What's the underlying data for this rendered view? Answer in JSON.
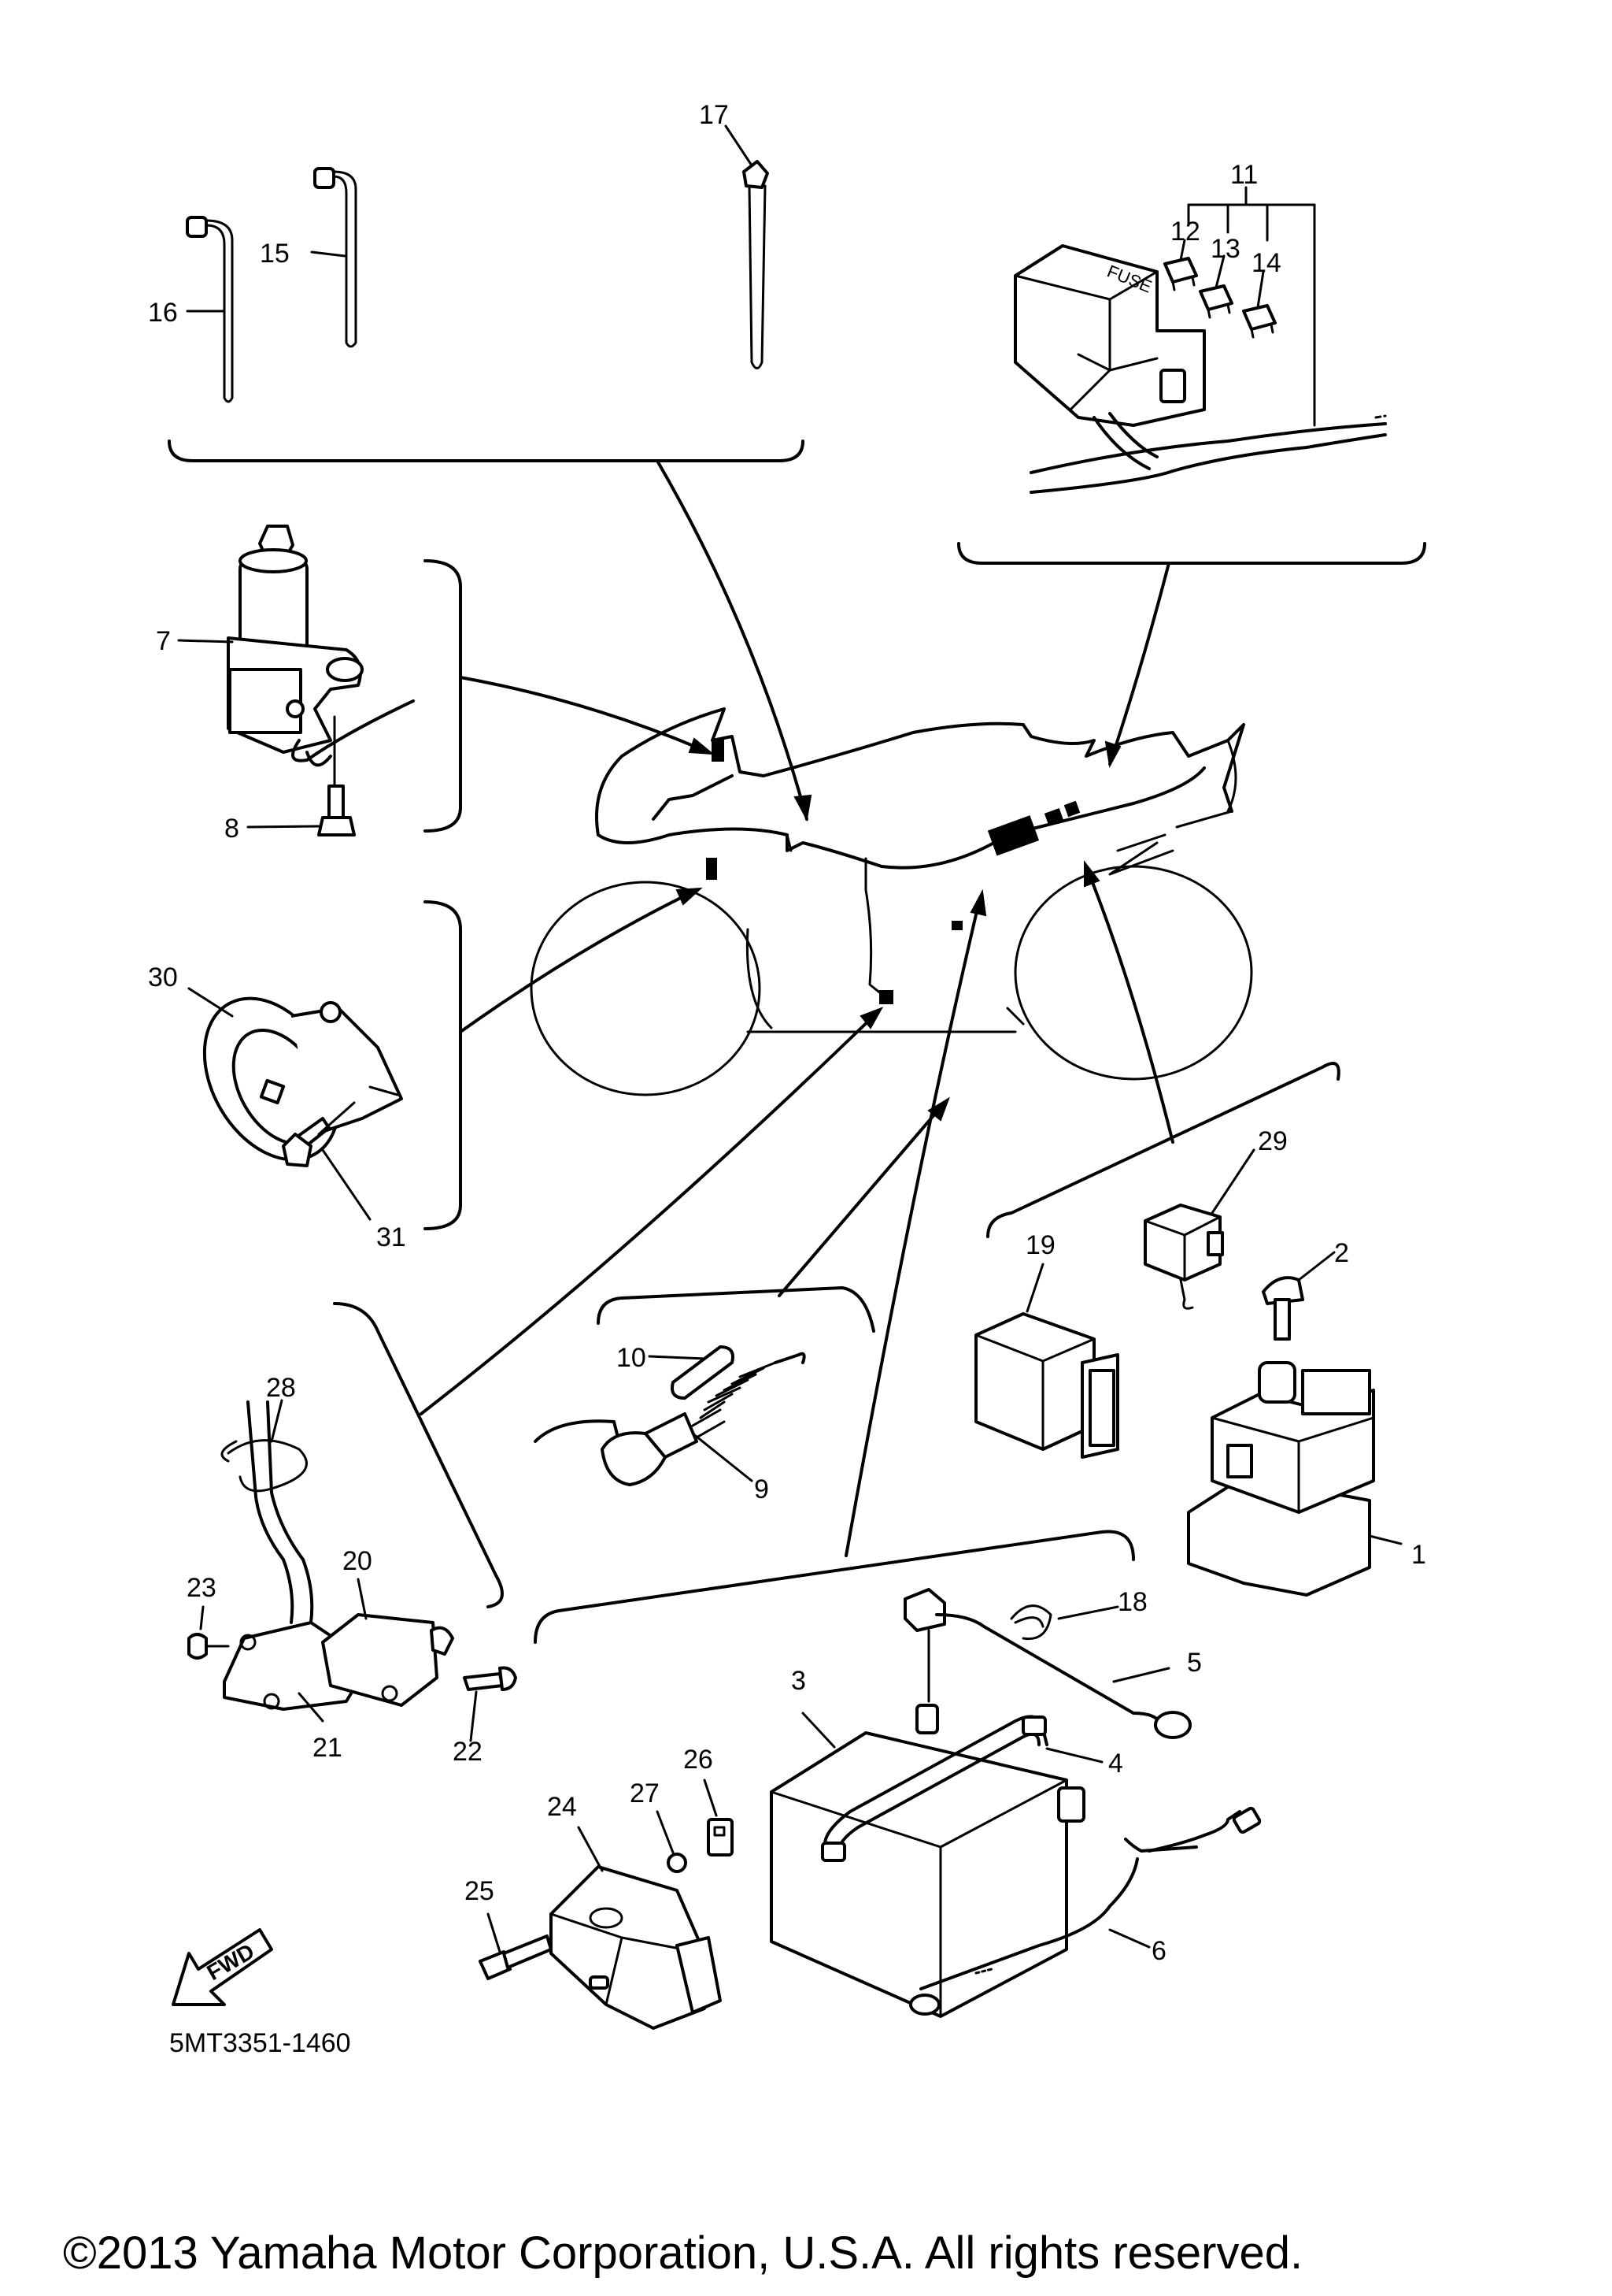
{
  "diagram": {
    "part_number": "5MT3351-1460",
    "copyright": "©2013 Yamaha Motor Corporation, U.S.A. All rights reserved.",
    "direction_label": "FWD",
    "fuse_box_label": "FUSE",
    "callouts": [
      "1",
      "2",
      "3",
      "4",
      "5",
      "6",
      "7",
      "8",
      "9",
      "10",
      "11",
      "12",
      "13",
      "14",
      "15",
      "16",
      "17",
      "18",
      "19",
      "20",
      "21",
      "22",
      "23",
      "24",
      "25",
      "26",
      "27",
      "28",
      "29",
      "30",
      "31"
    ]
  }
}
